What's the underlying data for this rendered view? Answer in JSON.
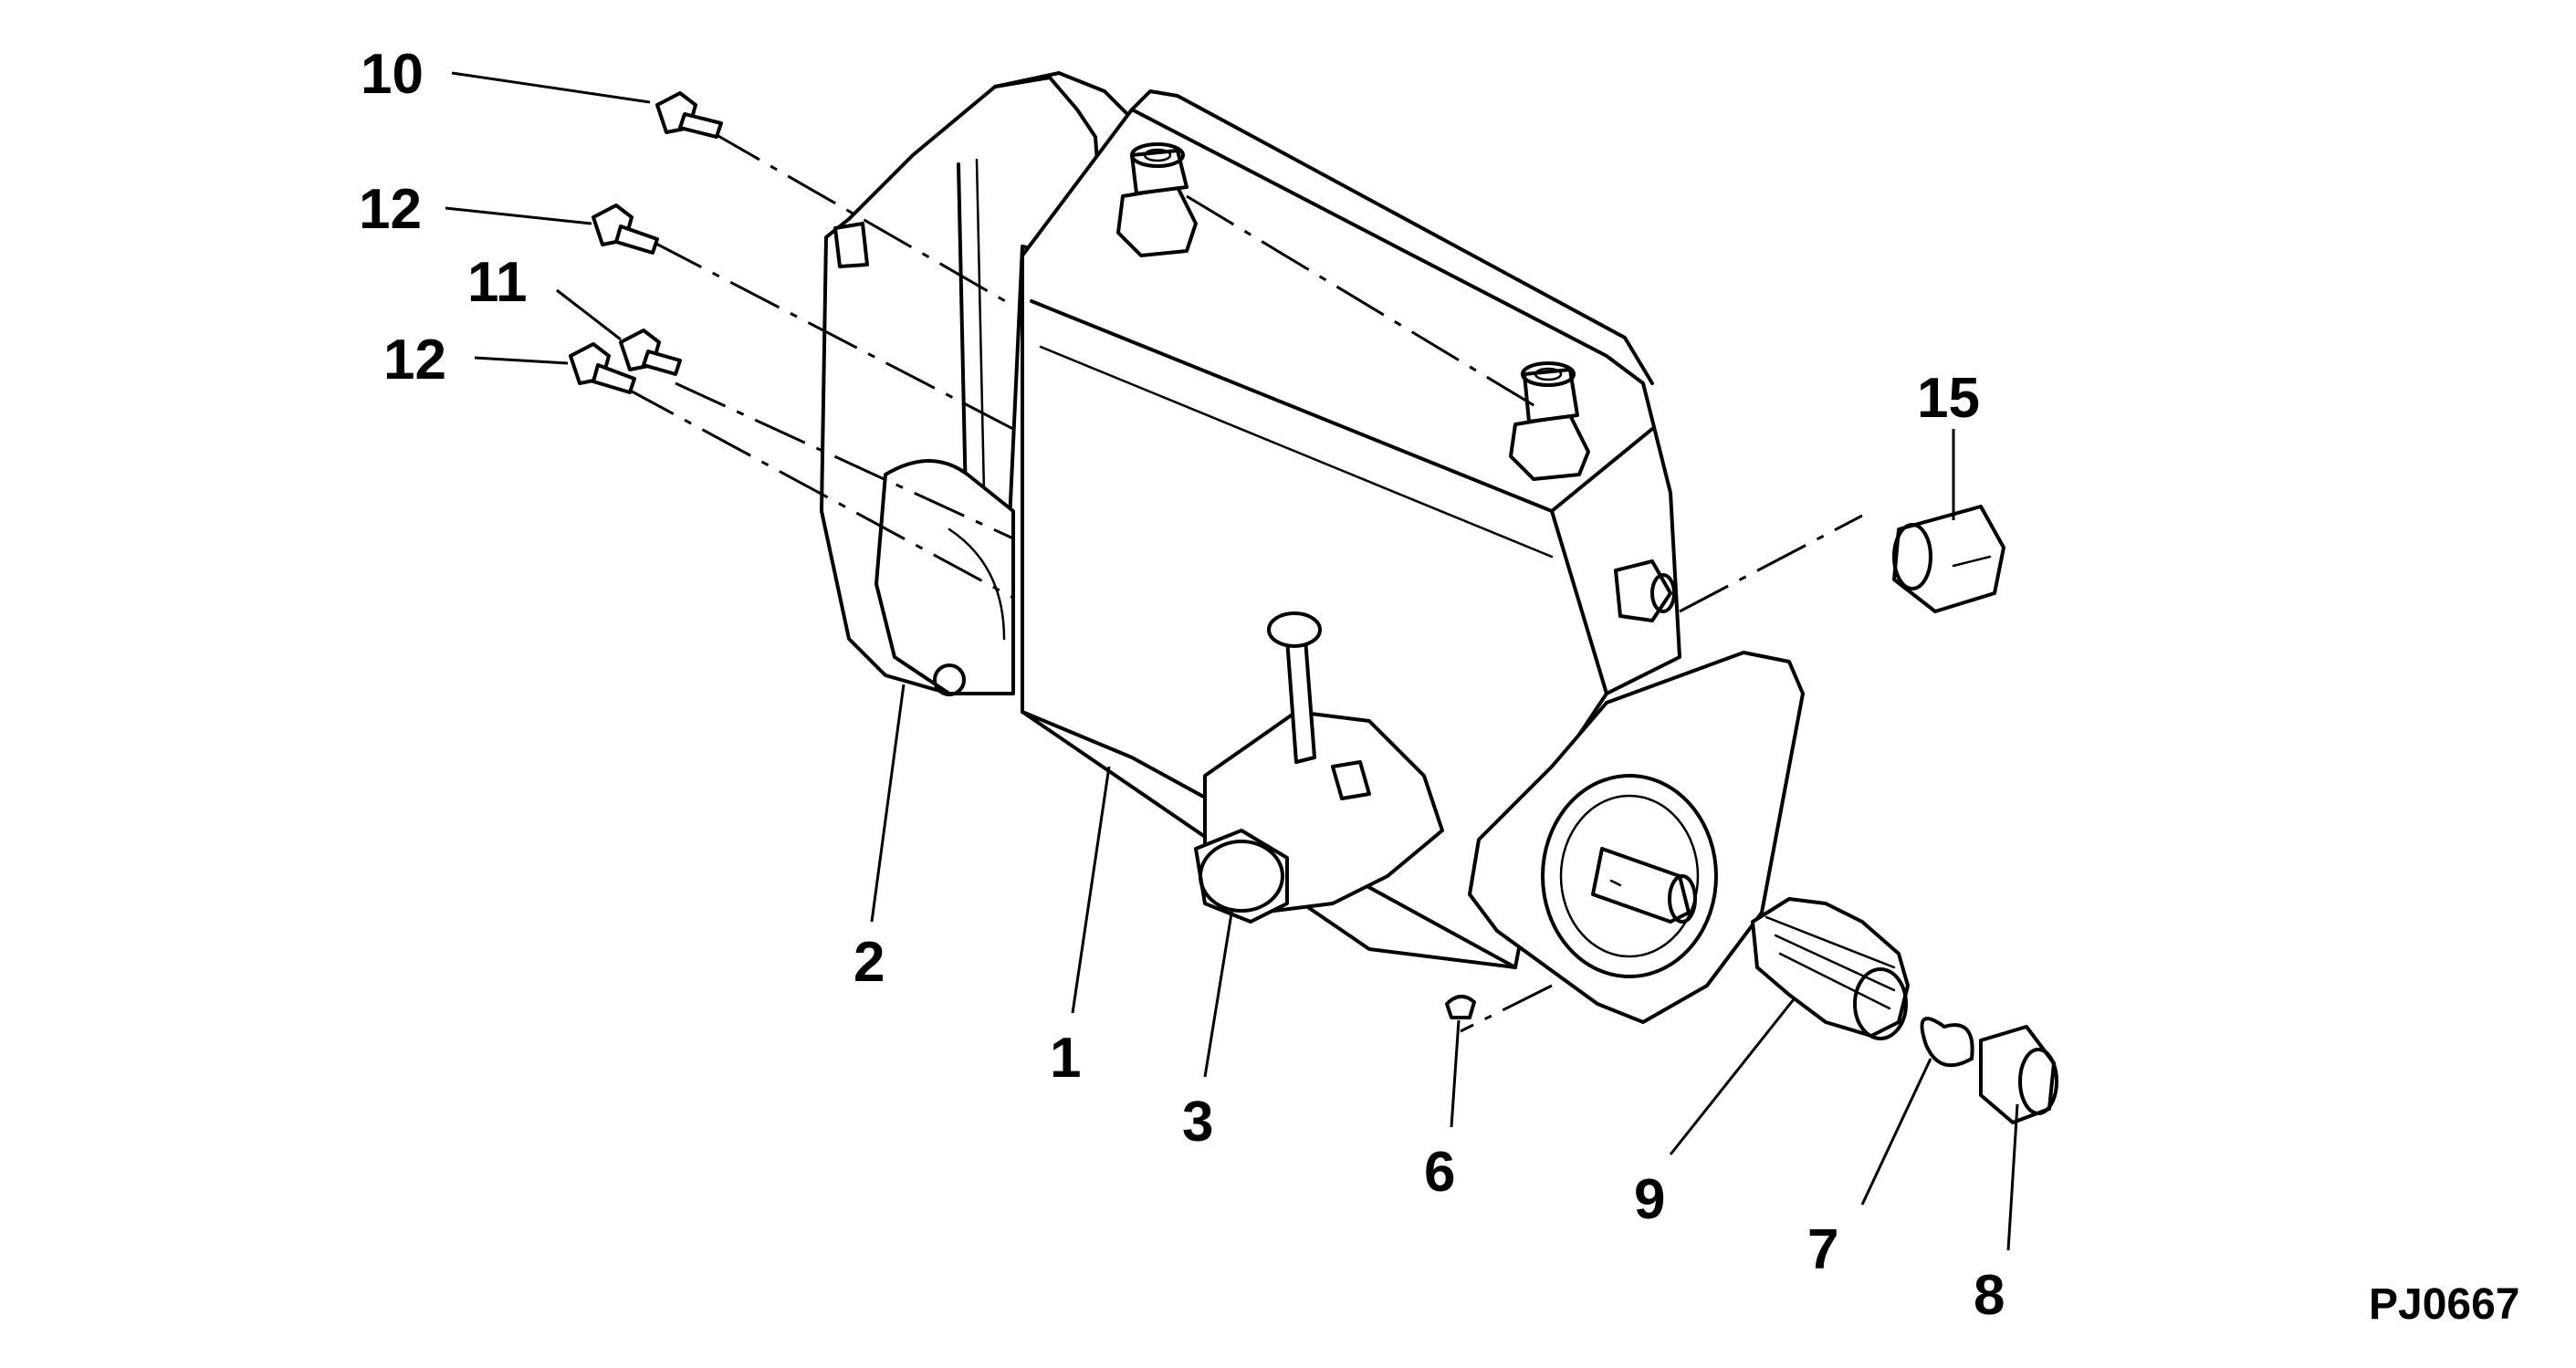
{
  "figure_code": "PJ0667",
  "callouts": {
    "c1": "1",
    "c2": "2",
    "c3": "3",
    "c6": "6",
    "c7": "7",
    "c8": "8",
    "c9": "9",
    "c10": "10",
    "c11": "11",
    "c12a": "12",
    "c12b": "12",
    "c15": "15"
  }
}
